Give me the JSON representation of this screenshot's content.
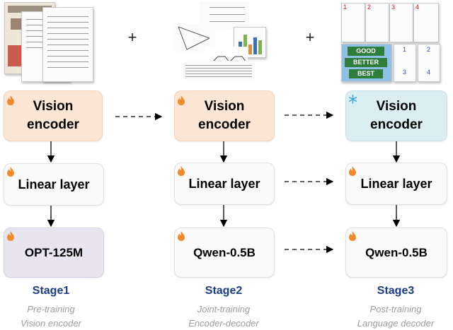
{
  "plus_signs": [
    "+",
    "+"
  ],
  "columns": [
    {
      "id": "stage1",
      "boxes": {
        "encoder": "Vision\nencoder",
        "linear": "Linear layer",
        "lm": "OPT-125M"
      },
      "encoder_icon": "fire-icon",
      "linear_icon": "fire-icon",
      "lm_icon": "fire-icon",
      "title": "Stage1",
      "subtitle": [
        "Pre-training",
        "Vision encoder"
      ]
    },
    {
      "id": "stage2",
      "boxes": {
        "encoder": "Vision\nencoder",
        "linear": "Linear layer",
        "lm": "Qwen-0.5B"
      },
      "encoder_icon": "fire-icon",
      "linear_icon": "fire-icon",
      "lm_icon": "fire-icon",
      "title": "Stage2",
      "subtitle": [
        "Joint-training",
        "Encoder-decoder"
      ]
    },
    {
      "id": "stage3",
      "boxes": {
        "encoder": "Vision\nencoder",
        "linear": "Linear layer",
        "lm": "Qwen-0.5B"
      },
      "encoder_icon": "snowflake-icon",
      "linear_icon": "fire-icon",
      "lm_icon": "fire-icon",
      "title": "Stage3",
      "subtitle": [
        "Post-training",
        "Language decoder"
      ]
    }
  ],
  "sign_image_text": [
    "GOOD",
    "BETTER",
    "BEST"
  ],
  "page_numbers": [
    "1",
    "2",
    "3",
    "4",
    "1",
    "2",
    "3",
    "4"
  ],
  "colors": {
    "peach": "#fbe6d5",
    "lavender": "#e8e5f0",
    "ice_blue": "#dbeef4",
    "box_white": "#fafafa",
    "stage_title": "#1b3c87",
    "subtitle_gray": "#9d9d9d",
    "fire_orange": "#f08a2c",
    "snowflake_blue": "#3aa6d9"
  }
}
